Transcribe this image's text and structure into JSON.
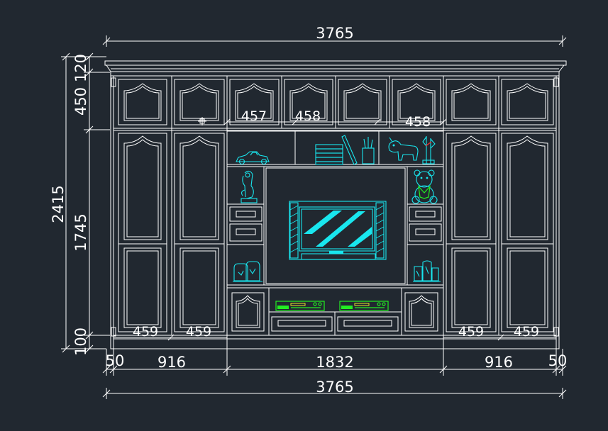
{
  "drawing": {
    "dimensions": {
      "top_total": "3765",
      "bottom_total": "3765",
      "left_height_total": "2415",
      "left_crown": "120",
      "left_upper": "450",
      "left_middle": "1745",
      "left_base": "100",
      "bottom_side_left": "50",
      "bottom_side_right": "50",
      "bottom_wing_left": "916",
      "bottom_center": "1832",
      "bottom_wing_right": "916",
      "niche_left": "457",
      "niche_center": "458",
      "niche_right": "458",
      "door_left_1": "459",
      "door_left_2": "459",
      "door_right_1": "459",
      "door_right_2": "459"
    },
    "colors": {
      "background": "#212830",
      "linework": "#ffffff",
      "accessories": "#19e6ee",
      "equipment": "#22ee22"
    }
  }
}
